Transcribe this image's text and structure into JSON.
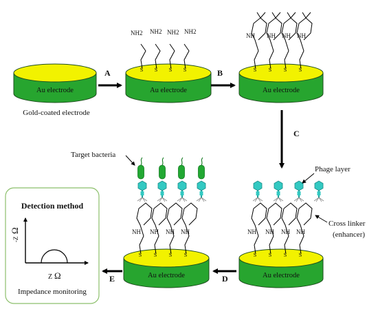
{
  "diagram": {
    "electrode_label": "Au electrode",
    "caption_start": "Gold-coated electrode",
    "steps": {
      "A": "A",
      "B": "B",
      "C": "C",
      "D": "D",
      "E": "E"
    },
    "chem": {
      "amine": "NH2",
      "amide": "NH",
      "thiol": "S"
    },
    "annotations": {
      "target": "Target bacteria",
      "phage": "Phage layer",
      "crosslinker_line1": "Cross linker",
      "crosslinker_line2": "(enhancer)"
    },
    "detection": {
      "title": "Detection method",
      "y_axis": "-Z",
      "x_axis": "Z",
      "omega": "Ω",
      "caption": "Impedance monitoring"
    },
    "colors": {
      "electrode_top": "#f2f200",
      "electrode_side": "#27a52f",
      "phage": "#33c9c2",
      "bacteria": "#22a833",
      "box_border": "#8bbf6a"
    }
  }
}
